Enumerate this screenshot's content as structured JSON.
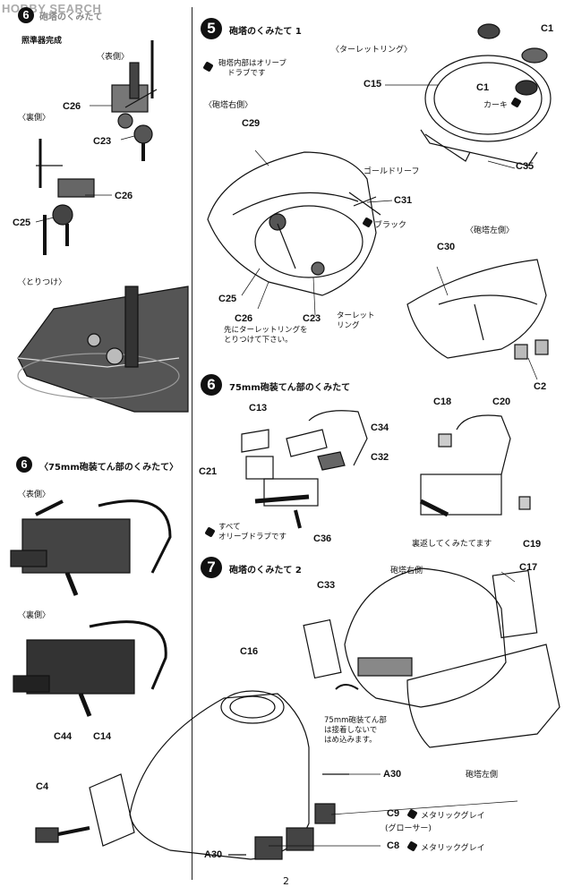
{
  "watermark": "HOBBY SEARCH",
  "page_number": "2",
  "left": {
    "top_step": {
      "number": "6",
      "title": "砲塔のくみたて"
    },
    "sight_complete": "照準器完成",
    "front_side": "〈表側〉",
    "back_side": "〈裏側〉",
    "c26a": "C26",
    "c23": "C23",
    "c26b": "C26",
    "c25": "C25",
    "attach": "〈とりつけ〉",
    "step6": {
      "number": "6",
      "title": "〈75mm砲装てん部のくみたて〉"
    },
    "front_side2": "〈表側〉",
    "back_side2": "〈裏側〉"
  },
  "bottom": {
    "c44": "C44",
    "c14": "C14",
    "c4": "C4",
    "c16": "C16",
    "a30a": "A30",
    "a30b": "A30",
    "c9": "C9",
    "c9_color": "メタリックグレイ",
    "c9_sub": "(グローサー)",
    "c8": "C8",
    "c8_color": "メタリックグレイ"
  },
  "step5": {
    "number": "5",
    "title": "砲塔のくみたて 1",
    "olive_note_1": "砲塔内部はオリーブ",
    "olive_note_2": "ドラブです",
    "turret_ring": "〈ターレットリング〉",
    "c1a": "C1",
    "c15": "C15",
    "c1b": "C1",
    "khaki": "カーキ",
    "c35": "C35",
    "turret_right": "〈砲塔右側〉",
    "c29": "C29",
    "gold_leaf": "ゴールドリーフ",
    "c31": "C31",
    "black": "ブラック",
    "turret_left": "〈砲塔左側〉",
    "c30": "C30",
    "c25": "C25",
    "c26": "C26",
    "c23": "C23",
    "turret_ring2_1": "ターレット",
    "turret_ring2_2": "リング",
    "note_1": "先にターレットリングを",
    "note_2": "とりつけて下さい。",
    "c2": "C2"
  },
  "step6": {
    "number": "6",
    "title": "75mm砲装てん部のくみたて",
    "c13": "C13",
    "c34": "C34",
    "c32": "C32",
    "c21": "C21",
    "c36": "C36",
    "all_1": "すべて",
    "all_2": "オリーブドラブです",
    "c18": "C18",
    "c20": "C20",
    "flip": "裏返してくみたてます",
    "c19": "C19"
  },
  "step7": {
    "number": "7",
    "title": "砲塔のくみたて 2",
    "c33": "C33",
    "turret_right": "砲塔右側",
    "c17": "C17",
    "gun_note_1": "75mm砲装てん部",
    "gun_note_2": "は接着しないで",
    "gun_note_3": "はめ込みます。",
    "turret_left": "砲塔左側"
  }
}
